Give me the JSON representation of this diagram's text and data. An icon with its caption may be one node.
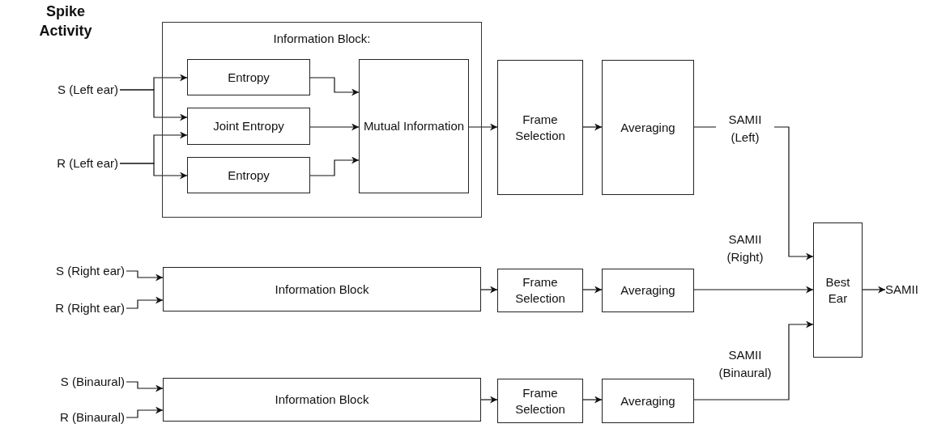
{
  "diagram": {
    "title": "Spike Activity",
    "nodes": [
      {
        "text": [
          "S (Left ear)"
        ]
      },
      {
        "text": [
          "R (Left ear)"
        ]
      },
      {
        "text": [
          "Information Block:"
        ]
      },
      {
        "text": [
          "Entropy"
        ],
        "in": 2
      },
      {
        "text": [
          "Joint Entropy"
        ],
        "in": 2
      },
      {
        "text": [
          "Entropy"
        ],
        "in": 2
      },
      {
        "text": [
          "Mutual Information"
        ],
        "in": 2
      },
      {
        "text": [
          "Frame Selection"
        ]
      },
      {
        "text": [
          "Averaging"
        ]
      },
      {
        "text": [
          "S (Right ear)"
        ]
      },
      {
        "text": [
          "R (Right ear)"
        ]
      },
      {
        "text": [
          "Information Block"
        ]
      },
      {
        "text": [
          "Frame Selection"
        ]
      },
      {
        "text": [
          "Averaging"
        ]
      },
      {
        "text": [
          "S (Binaural)"
        ]
      },
      {
        "text": [
          "R (Binaural)"
        ]
      },
      {
        "text": [
          "Information Block"
        ]
      },
      {
        "text": [
          "Frame Selection"
        ]
      },
      {
        "text": [
          "Averaging"
        ]
      },
      {
        "text": [
          "Best Ear"
        ]
      },
      {
        "text": [
          "SAMII"
        ]
      }
    ],
    "edges": [
      {
        "from": 0,
        "to": 3,
        "arrow": "to"
      },
      {
        "from": 0,
        "to": 4,
        "arrow": "to"
      },
      {
        "from": 1,
        "to": 4,
        "arrow": "to"
      },
      {
        "from": 1,
        "to": 5,
        "arrow": "to"
      },
      {
        "from": 3,
        "to": 6,
        "arrow": "to"
      },
      {
        "from": 4,
        "to": 6,
        "arrow": "to"
      },
      {
        "from": 5,
        "to": 6,
        "arrow": "to"
      },
      {
        "from": 6,
        "to": 7,
        "arrow": "to"
      },
      {
        "from": 7,
        "to": 8,
        "arrow": "to"
      },
      {
        "from": 8,
        "to": 19,
        "arrow": "to",
        "label": "SAMII (Left)"
      },
      {
        "from": 9,
        "to": 11,
        "arrow": "to"
      },
      {
        "from": 10,
        "to": 11,
        "arrow": "to"
      },
      {
        "from": 11,
        "to": 12,
        "arrow": "to"
      },
      {
        "from": 12,
        "to": 13,
        "arrow": "to"
      },
      {
        "from": 13,
        "to": 19,
        "arrow": "to",
        "label": "SAMII (Right)"
      },
      {
        "from": 14,
        "to": 16,
        "arrow": "to"
      },
      {
        "from": 15,
        "to": 16,
        "arrow": "to"
      },
      {
        "from": 16,
        "to": 17,
        "arrow": "to"
      },
      {
        "from": 17,
        "to": 18,
        "arrow": "to"
      },
      {
        "from": 18,
        "to": 19,
        "arrow": "to",
        "label": "SAMII (Binaural)"
      },
      {
        "from": 19,
        "to": 20,
        "arrow": "to"
      }
    ]
  }
}
